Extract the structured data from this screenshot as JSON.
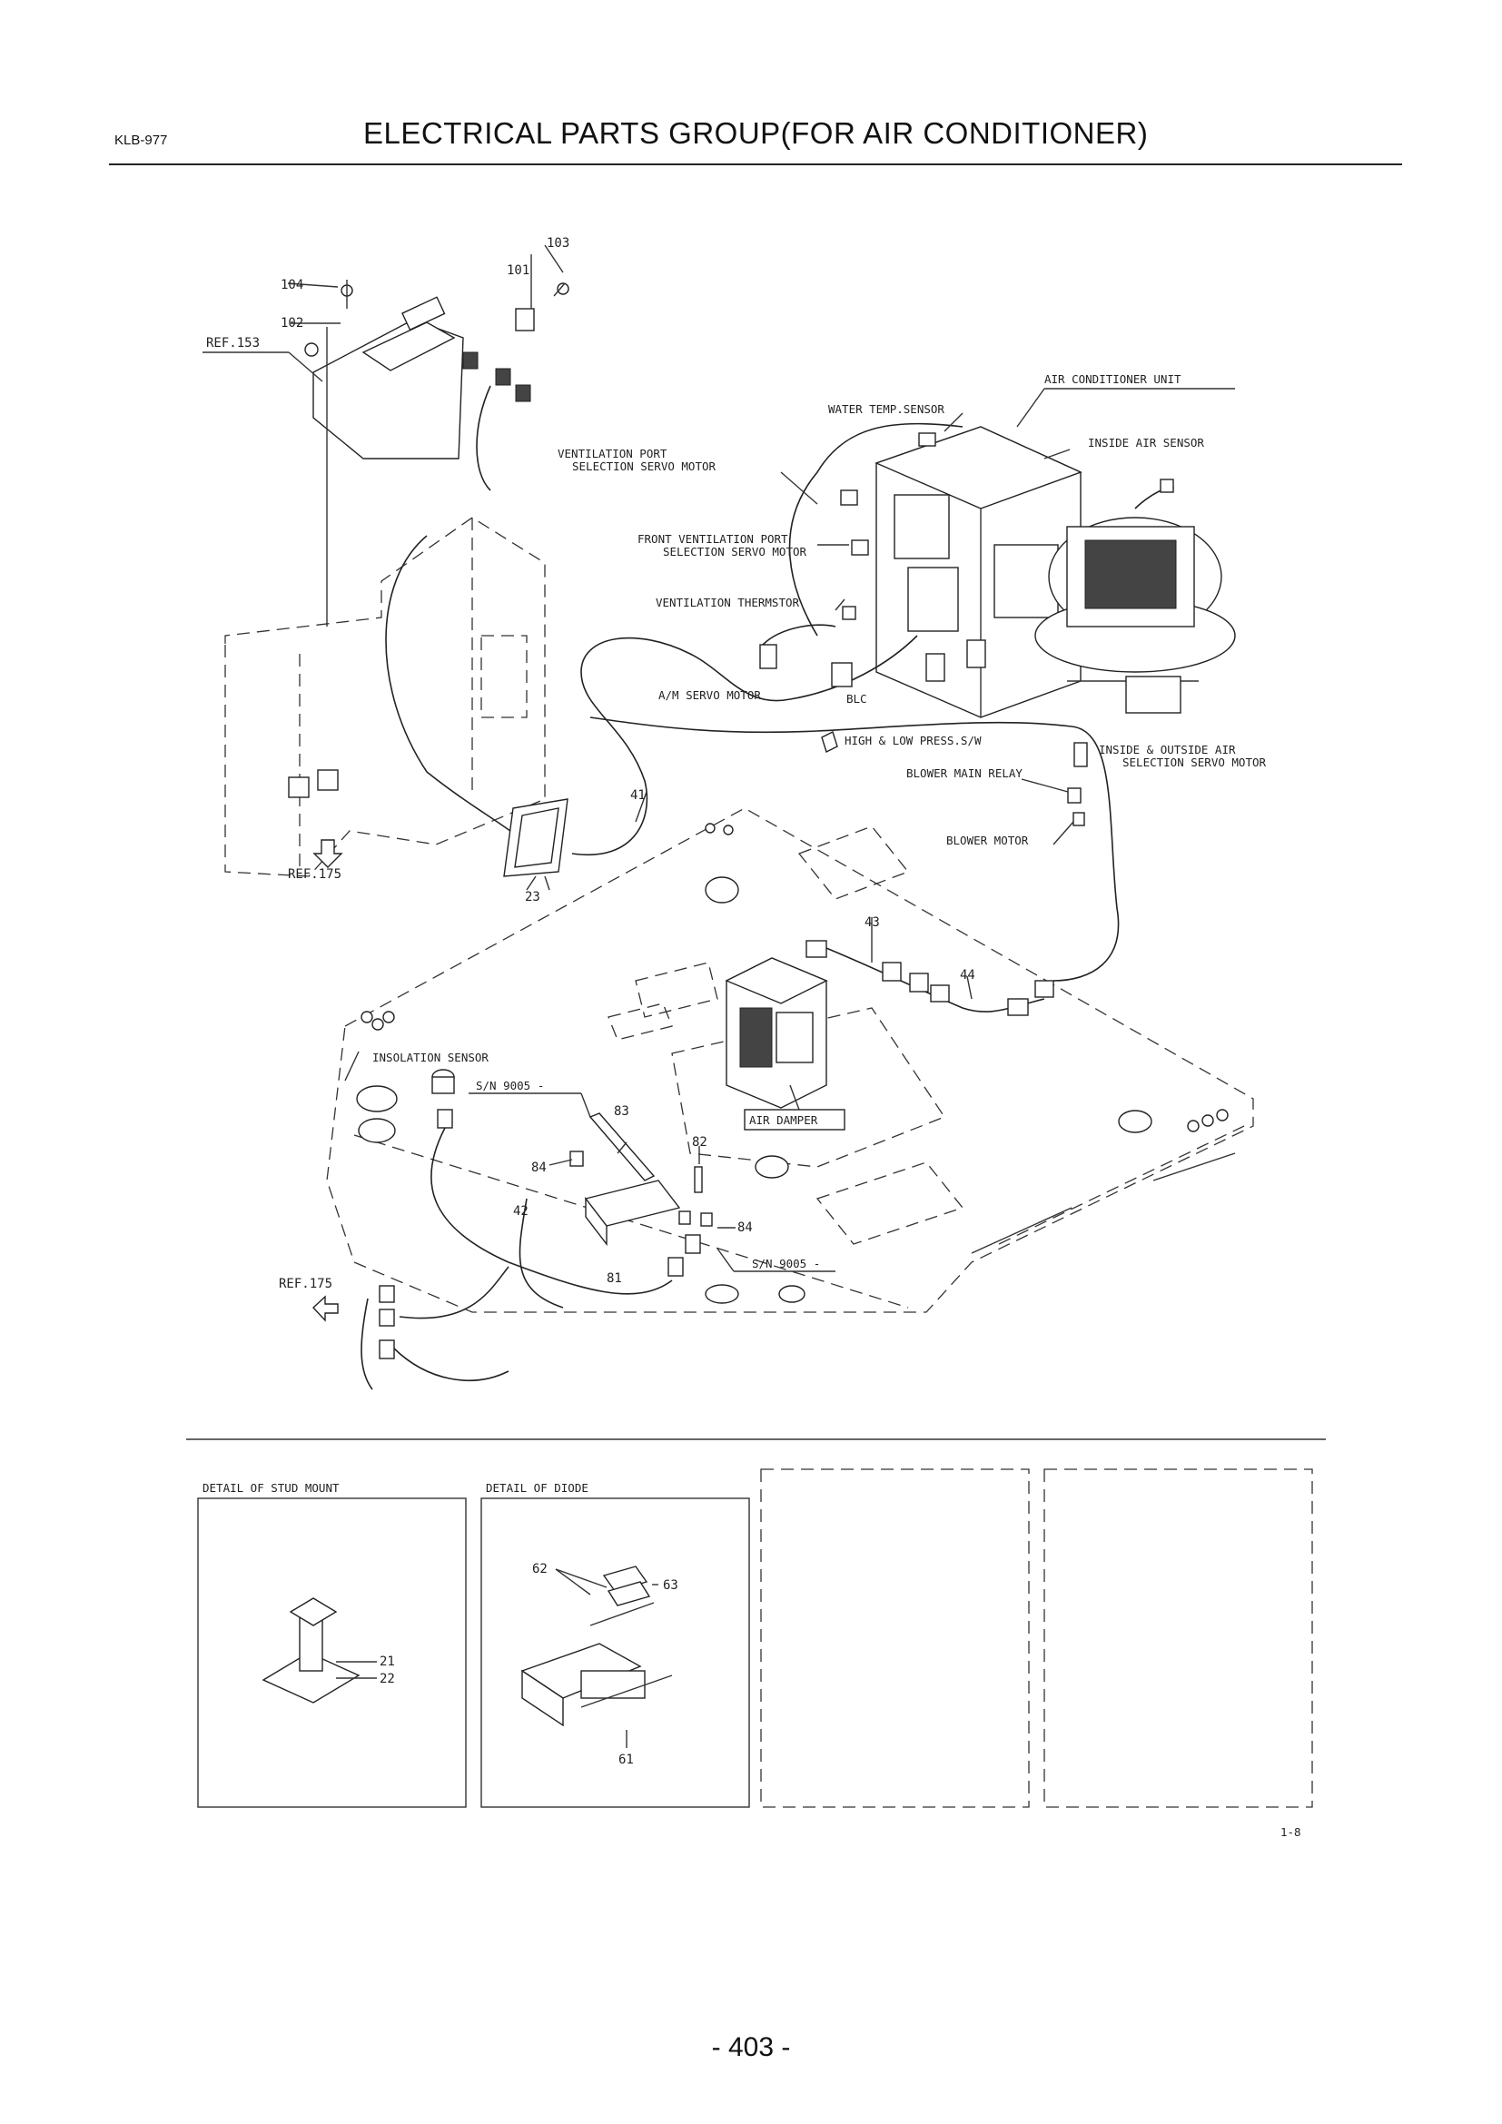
{
  "header": {
    "code": "KLB-977",
    "title": "ELECTRICAL PARTS GROUP(FOR AIR CONDITIONER)"
  },
  "labels": {
    "air_conditioner_unit": "AIR CONDITIONER UNIT",
    "water_temp_sensor": "WATER TEMP.SENSOR",
    "inside_air_sensor": "INSIDE AIR SENSOR",
    "ventilation_port_1": "VENTILATION PORT",
    "ventilation_port_2": "SELECTION SERVO MOTOR",
    "front_ventilation_1": "FRONT VENTILATION PORT",
    "front_ventilation_2": "SELECTION SERVO MOTOR",
    "ventilation_thermistor": "VENTILATION THERMSTOR",
    "am_servo_motor": "A/M SERVO MOTOR",
    "blc": "BLC",
    "high_low_press": "HIGH & LOW PRESS.S/W",
    "inside_outside_air_1": "INSIDE & OUTSIDE AIR",
    "inside_outside_air_2": "SELECTION SERVO MOTOR",
    "blower_main_relay": "BLOWER MAIN RELAY",
    "blower_motor": "BLOWER MOTOR",
    "insolation_sensor": "INSOLATION SENSOR",
    "sn_9005_a": "S/N 9005 -",
    "sn_9005_b": "S/N 9005 -",
    "air_damper": "AIR DAMPER",
    "ref_153": "REF.153",
    "ref_175_a": "REF.175",
    "ref_175_b": "REF.175"
  },
  "part_numbers": {
    "p103": "103",
    "p104": "104",
    "p101": "101",
    "p102": "102",
    "p41": "41",
    "p23": "23",
    "p43": "43",
    "p44": "44",
    "p83": "83",
    "p82": "82",
    "p84a": "84",
    "p84b": "84",
    "p42": "42",
    "p81": "81",
    "p62": "62",
    "p63": "63",
    "p61": "61",
    "p21": "21",
    "p22": "22"
  },
  "details": {
    "stud_mount": "DETAIL OF STUD MOUNT",
    "diode": "DETAIL OF DIODE"
  },
  "footer": {
    "sheet_code": "1-8",
    "page_number": "- 403 -"
  }
}
